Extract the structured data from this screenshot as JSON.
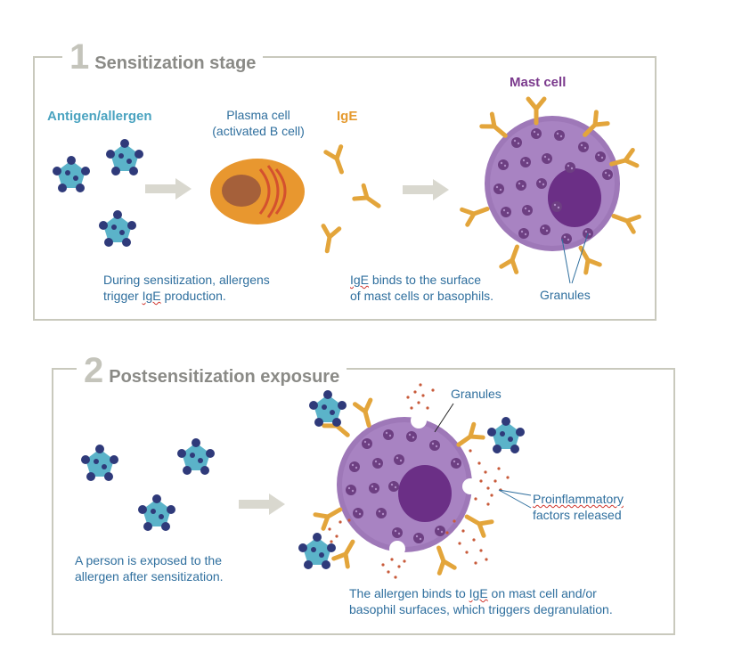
{
  "stage1": {
    "number": "1",
    "title": "Sensitization stage",
    "antigen_label": "Antigen/allergen",
    "plasma_line1": "Plasma cell",
    "plasma_line2": "(activated B cell)",
    "ige_label": "IgE",
    "mast_label": "Mast cell",
    "caption_left_1": "During sensitization, allergens",
    "caption_left_2a": "trigger ",
    "caption_left_2b": "IgE",
    "caption_left_2c": " production.",
    "caption_mid_1a": "IgE",
    "caption_mid_1b": " binds to the surface",
    "caption_mid_2": "of mast cells or basophils.",
    "granules_label": "Granules"
  },
  "stage2": {
    "number": "2",
    "title": "Postsensitization exposure",
    "granules_label": "Granules",
    "proinflam_1": "Proinflammatory",
    "proinflam_2": "factors released",
    "caption_left_1": "A person is exposed to the",
    "caption_left_2": "allergen after sensitization.",
    "caption_bottom_1a": "The allergen binds to ",
    "caption_bottom_1b": "IgE",
    "caption_bottom_1c": " on mast cell and/or",
    "caption_bottom_2": "basophil surfaces, which triggers degranulation."
  },
  "colors": {
    "panel_border": "#c9c9bd",
    "antigen_body": "#5bb3c9",
    "antigen_dot": "#2f3a7a",
    "plasma_body": "#e8972f",
    "plasma_nucleus": "#a5603a",
    "ige": "#e3a53b",
    "mast_body": "#9e78b8",
    "granule": "#6d3f82",
    "nucleus": "#6b2f86",
    "release_dot": "#c85a3a",
    "arrow": "#d9d8cf"
  }
}
